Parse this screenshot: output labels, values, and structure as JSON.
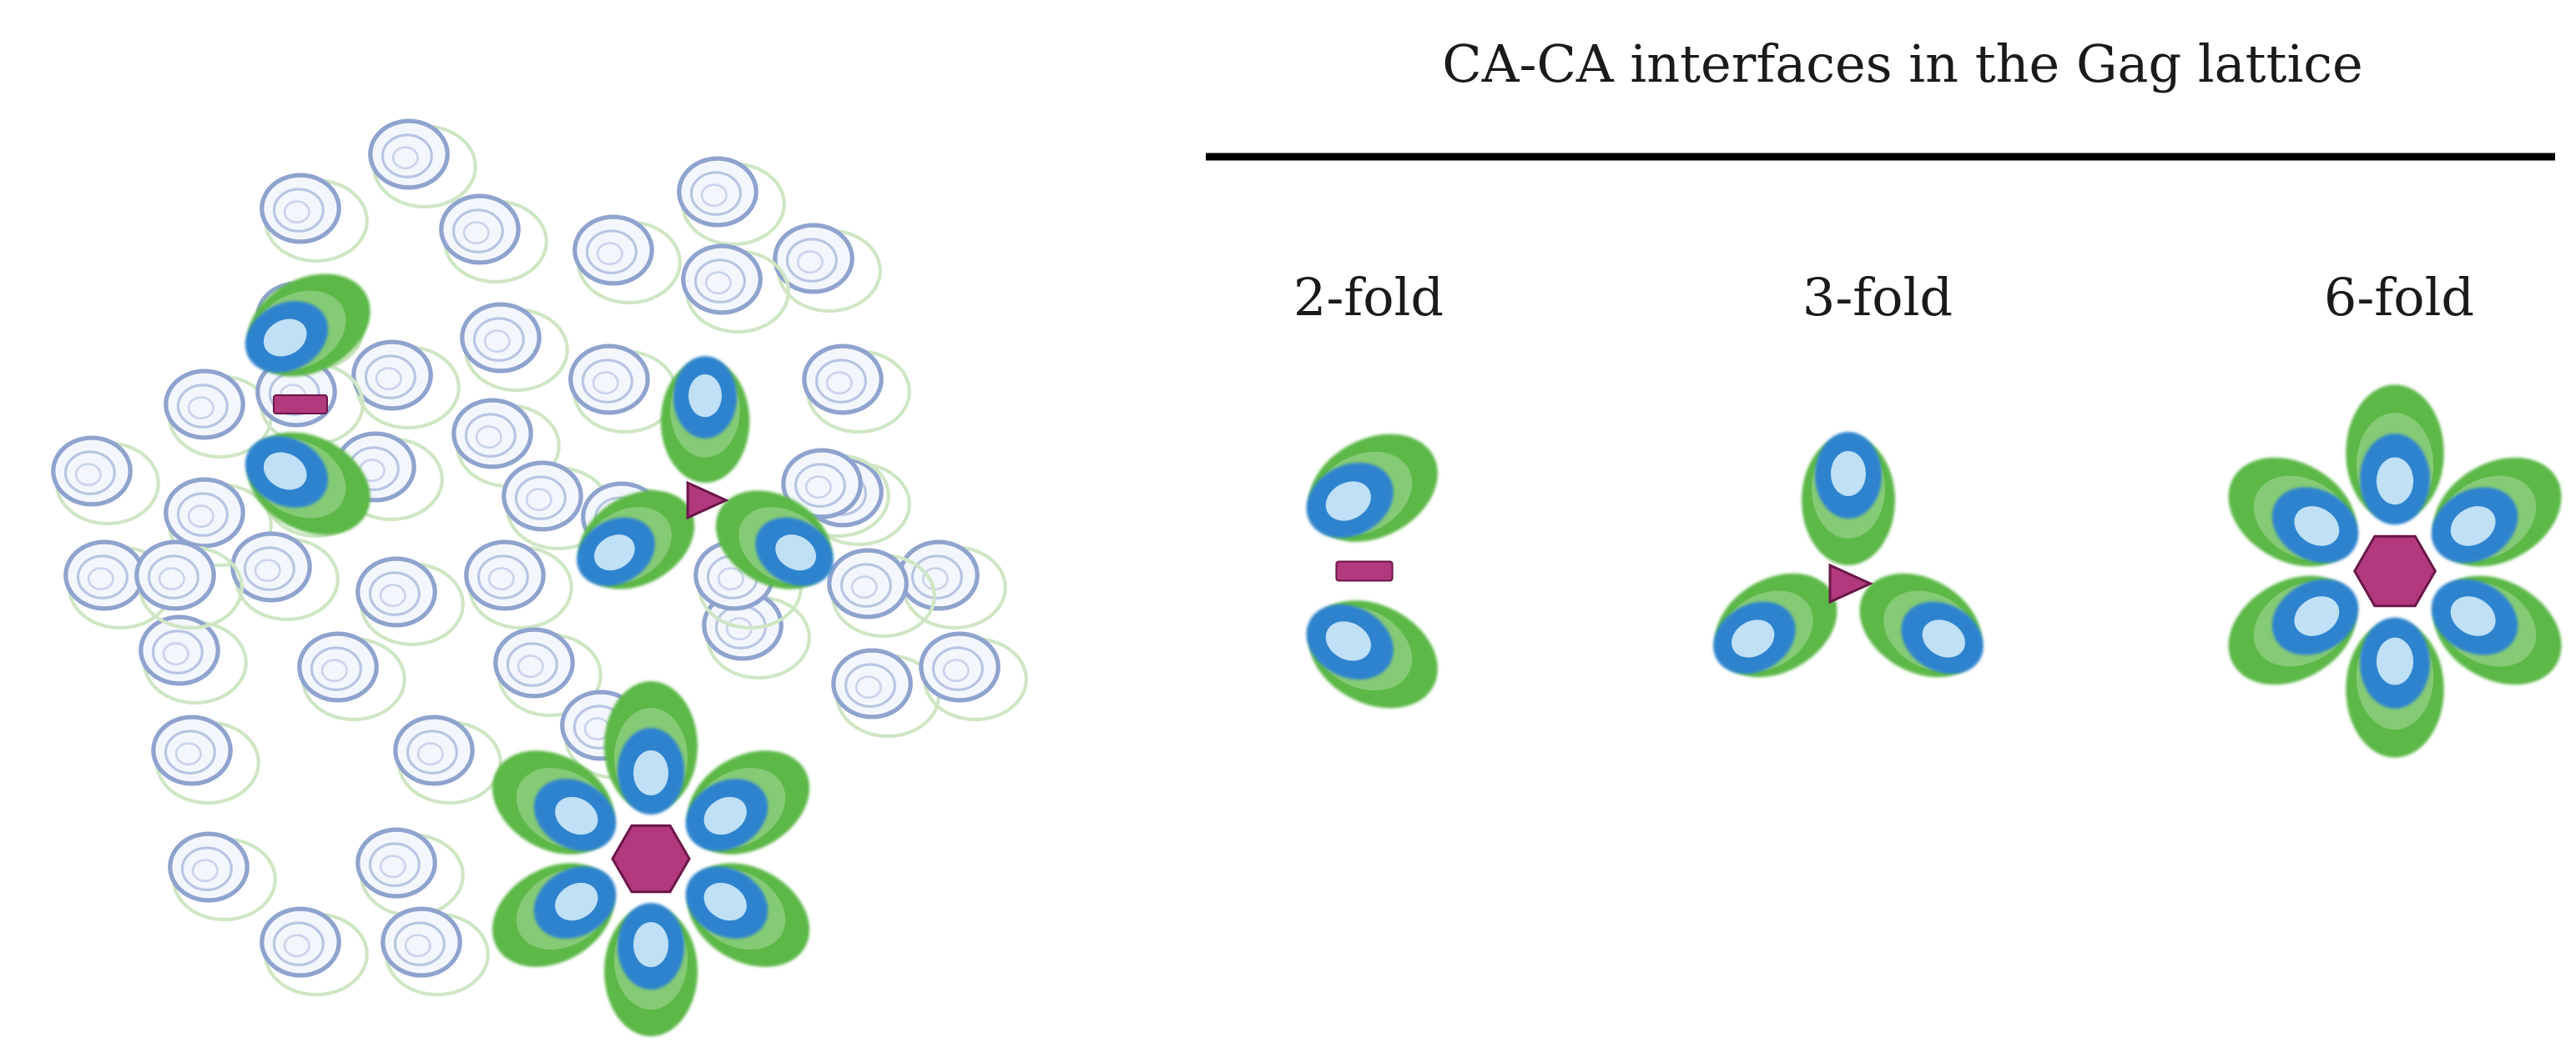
{
  "figure": {
    "title": "CA-CA interfaces in the Gag lattice",
    "panels": [
      {
        "label": "2-fold",
        "symmetry": 2,
        "marker": "rectangle"
      },
      {
        "label": "3-fold",
        "symmetry": 3,
        "marker": "triangle"
      },
      {
        "label": "6-fold",
        "symmetry": 6,
        "marker": "hexagon"
      }
    ]
  },
  "colors": {
    "ntd_green": "#5cb846",
    "ctd_blue": "#2f83cf",
    "ctd_core": "#bfe0f5",
    "faded_outline": "#8fa3cf",
    "faded_green": "#cfe6c4",
    "interface_marker": "#b3397e",
    "rule": "#000000"
  }
}
